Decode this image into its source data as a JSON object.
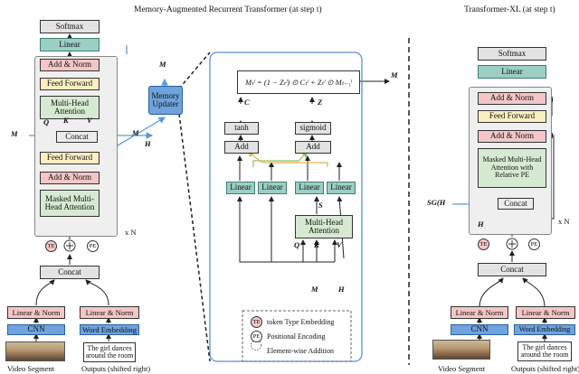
{
  "titles": {
    "mart": "Memory-Augmented Recurrent Transformer (at step t)",
    "txl": "Transformer-XL (at step t)"
  },
  "left": {
    "softmax": "Softmax",
    "linear": "Linear",
    "add_norm": "Add & Norm",
    "feed_forward": "Feed Forward",
    "mha": "Multi-Head Attention",
    "concat": "Concat",
    "masked_mha": "Masked Multi-Head Attention",
    "xn": "x N",
    "concat_bottom": "Concat",
    "linear_norm": "Linear & Norm",
    "cnn": "CNN",
    "word_embedding": "Word Embedding",
    "caption": "The girl dances around the room",
    "video_segment": "Video Segment",
    "outputs": "Outputs (shifted right)",
    "te": "TE",
    "pe": "PE",
    "q": "Q",
    "k": "K",
    "v": "V",
    "m_prev": "M",
    "m_t": "M",
    "h_t": "H",
    "m_prev_mid": "M"
  },
  "updater": {
    "label": "Memory Updater"
  },
  "detail": {
    "equation": "Mₜˡ = (1 − Zₜˡ) ⊙ Cₜˡ + Zₜˡ ⊙ Mₜ₋₁ˡ",
    "tanh": "tanh",
    "sigmoid": "sigmoid",
    "add1": "Add",
    "add2": "Add",
    "linear": "Linear",
    "mha": "Multi-Head Attention",
    "c": "C",
    "z": "Z",
    "s": "S",
    "m_out": "M",
    "q": "Q",
    "k": "K",
    "v": "V",
    "m_in": "M",
    "h_in": "H"
  },
  "legend": {
    "te_text": "token Type Embedding",
    "pe_text": "Positional Encoding",
    "add_text": "Element-wise Addition",
    "te": "TE",
    "pe": "PE"
  },
  "right": {
    "softmax": "Softmax",
    "linear": "Linear",
    "add_norm": "Add & Norm",
    "feed_forward": "Feed Forward",
    "masked_rel": "Masked Multi-Head Attention with Relative PE",
    "concat": "Concat",
    "sg": "SG(H",
    "h_prev": "H",
    "xn": "x N",
    "concat_bottom": "Concat",
    "linear_norm": "Linear & Norm",
    "cnn": "CNN",
    "word_embedding": "Word Embedding",
    "caption": "The girl dances around the room",
    "video_segment": "Video Segment",
    "outputs": "Outputs (shifted right)",
    "te": "TE",
    "pe": "PE"
  },
  "colors": {
    "blue_arrow": "#5b9bd5",
    "panel_border": "#5b8fd6",
    "green_arrow": "#8cc06a",
    "orange_arrow": "#e8b04a"
  }
}
